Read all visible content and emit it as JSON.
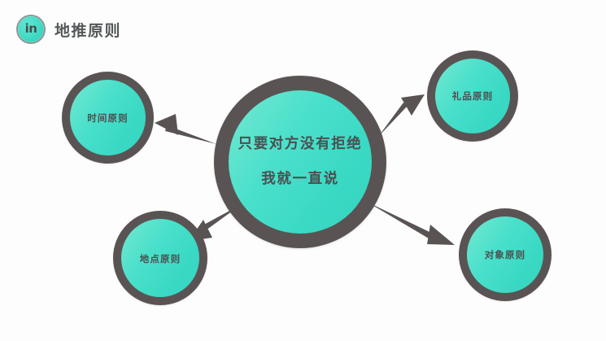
{
  "header": {
    "logo_icon": "linkedin-in-circle-icon",
    "logo_text": "in",
    "title": "地推原则"
  },
  "colors": {
    "background": "#fdfdfd",
    "bubble_ring": "#595453",
    "bubble_fill": "#43dec8",
    "bubble_fill_light": "#74e8d1",
    "text": "#4c4f50",
    "arrow": "#595453",
    "logo_ring": "#8e9596"
  },
  "diagram": {
    "type": "radial-hub-and-spoke",
    "center": {
      "id": "center-principle",
      "line1": "只要对方没有拒绝",
      "line2": "我就一直说"
    },
    "nodes": [
      {
        "id": "time",
        "label": "时间原则",
        "position": "top-left"
      },
      {
        "id": "gift",
        "label": "礼品原则",
        "position": "top-right"
      },
      {
        "id": "location",
        "label": "地点原则",
        "position": "bottom-left"
      },
      {
        "id": "target",
        "label": "对象原则",
        "position": "bottom-right"
      }
    ],
    "arrows": [
      {
        "from": "center",
        "to": "time",
        "direction": "up-left"
      },
      {
        "from": "center",
        "to": "gift",
        "direction": "up-right"
      },
      {
        "from": "center",
        "to": "location",
        "direction": "down-left"
      },
      {
        "from": "center",
        "to": "target",
        "direction": "down-right"
      }
    ]
  }
}
